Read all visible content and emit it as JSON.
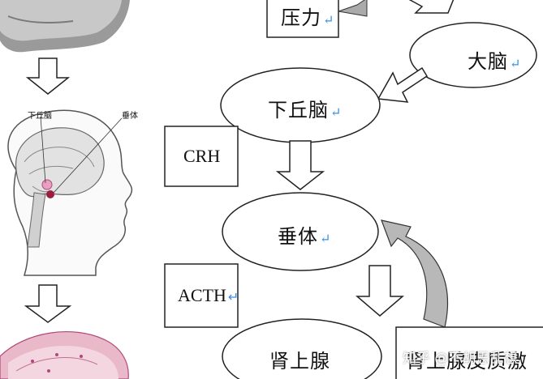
{
  "nodes": {
    "pressure": "压力",
    "cerebrum": "大脑",
    "hypothalamus": "下丘脑",
    "pituitary": "垂体",
    "adrenal": "肾上腺",
    "adrenal_cortex": "肾上腺皮质激"
  },
  "hormones": {
    "crh": "CRH",
    "acth": "ACTH"
  },
  "return_glyph": "↵",
  "illustration": {
    "hypothalamus_label": "下丘脑",
    "pituitary_label": "垂体"
  },
  "watermark": "知乎 @不胡思乱想"
}
